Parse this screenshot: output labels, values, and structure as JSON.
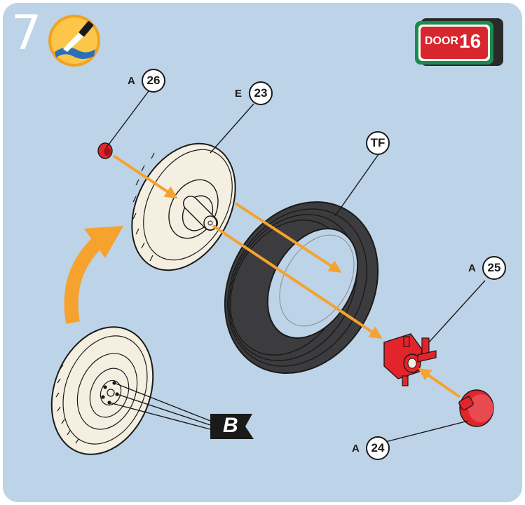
{
  "step": {
    "number": "7"
  },
  "badge": {
    "prefix": "DOOR",
    "number": "16"
  },
  "callouts": {
    "a26": {
      "letter": "A",
      "number": "26"
    },
    "e23": {
      "letter": "E",
      "number": "23"
    },
    "tf": {
      "label": "TF"
    },
    "a25": {
      "letter": "A",
      "number": "25"
    },
    "a24": {
      "letter": "A",
      "number": "24"
    }
  },
  "flag": {
    "label": "B"
  },
  "colors": {
    "background": "#bdd3e7",
    "arrow": "#f5a22e",
    "red_part": "#e3242b",
    "wheel": "#f4efe1",
    "tire": "#3c3c3e",
    "badge_red": "#d7262e",
    "badge_green": "#1d8a4f"
  },
  "icons": {
    "step_icon": "paintbrush-icon"
  }
}
